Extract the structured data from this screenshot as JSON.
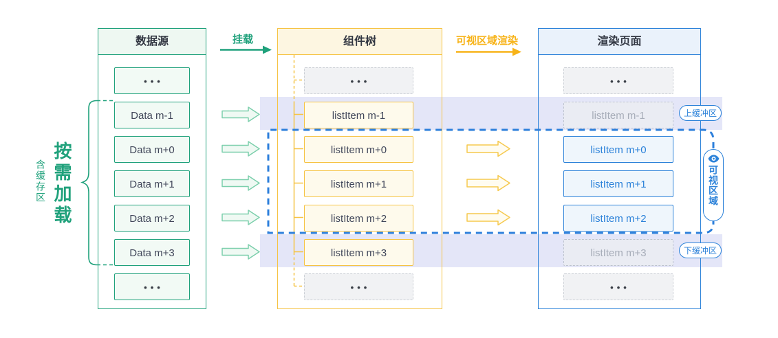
{
  "colors": {
    "green": "#1fa17b",
    "green_light": "#7ccfac",
    "yellow": "#f6c343",
    "amber": "#f7b318",
    "blue": "#2c82d9",
    "blue_dash": "#2c7fdb",
    "lavender": "#e4e6f8"
  },
  "labels": {
    "mount": "挂载",
    "render": "可视区域渲染"
  },
  "side": {
    "load_on_demand": "按需加载",
    "with_buffer": "含缓存区"
  },
  "pills": {
    "upper_buffer": "上缓冲区",
    "lower_buffer": "下缓冲区",
    "visible_area": "可视区域"
  },
  "columns": [
    {
      "title": "数据源",
      "items": [
        {
          "label": "•••",
          "state": "source"
        },
        {
          "label": "Data m-1",
          "state": "source"
        },
        {
          "label": "Data m+0",
          "state": "source"
        },
        {
          "label": "Data m+1",
          "state": "source"
        },
        {
          "label": "Data m+2",
          "state": "source"
        },
        {
          "label": "Data m+3",
          "state": "source"
        },
        {
          "label": "•••",
          "state": "source"
        }
      ]
    },
    {
      "title": "组件树",
      "items": [
        {
          "label": "•••",
          "state": "placeholder"
        },
        {
          "label": "listItem m-1",
          "state": "tree"
        },
        {
          "label": "listItem m+0",
          "state": "tree"
        },
        {
          "label": "listItem m+1",
          "state": "tree"
        },
        {
          "label": "listItem m+2",
          "state": "tree"
        },
        {
          "label": "listItem m+3",
          "state": "tree"
        },
        {
          "label": "•••",
          "state": "placeholder"
        }
      ]
    },
    {
      "title": "渲染页面",
      "items": [
        {
          "label": "•••",
          "state": "placeholder"
        },
        {
          "label": "listItem m-1",
          "state": "buffered"
        },
        {
          "label": "listItem m+0",
          "state": "rendered"
        },
        {
          "label": "listItem m+1",
          "state": "rendered"
        },
        {
          "label": "listItem m+2",
          "state": "rendered"
        },
        {
          "label": "listItem m+3",
          "state": "buffered"
        },
        {
          "label": "•••",
          "state": "placeholder"
        }
      ]
    }
  ]
}
